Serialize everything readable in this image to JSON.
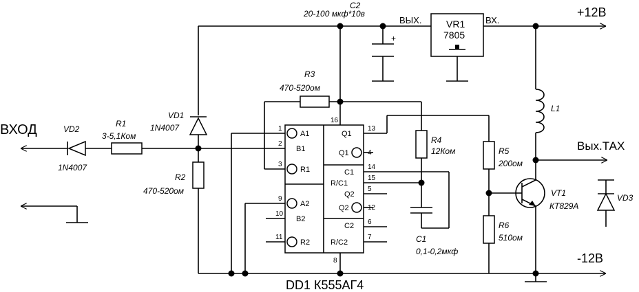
{
  "title": "DD1 К555АГ4",
  "rails": {
    "plus": "+12В",
    "minus": "-12В",
    "input": "ВХОД",
    "output": "Вых.ТАХ"
  },
  "regulator": {
    "name": "VR1",
    "type": "7805",
    "out": "ВЫХ.",
    "in": "ВХ."
  },
  "components": {
    "c2": {
      "ref": "C2",
      "value": "20-100 мкф*10в",
      "plus": "+"
    },
    "r1": {
      "ref": "R1",
      "value": "3-5,1Ком"
    },
    "r2": {
      "ref": "R2",
      "value": "470-520ом"
    },
    "r3": {
      "ref": "R3",
      "value": "470-520ом"
    },
    "r4": {
      "ref": "R4",
      "value": "12Ком"
    },
    "r5": {
      "ref": "R5",
      "value": "200ом"
    },
    "r6": {
      "ref": "R6",
      "value": "510ом"
    },
    "c1": {
      "ref": "C1",
      "value": "0,1-0,2мкф"
    },
    "vd1": {
      "ref": "VD1",
      "value": "1N4007"
    },
    "vd2": {
      "ref": "VD2",
      "value": "1N4007"
    },
    "vd3": {
      "ref": "VD3"
    },
    "vt1": {
      "ref": "VT1",
      "value": "КТ829А"
    },
    "l1": {
      "ref": "L1"
    }
  },
  "chip": {
    "left_pins": [
      {
        "num": "1",
        "label": "A1"
      },
      {
        "num": "2",
        "label": "B1"
      },
      {
        "num": "3",
        "label": "R1"
      },
      {
        "num": "9",
        "label": "A2"
      },
      {
        "num": "10",
        "label": "B2"
      },
      {
        "num": "11",
        "label": "R2"
      }
    ],
    "right_pins": [
      {
        "num": "13",
        "label": "Q1"
      },
      {
        "num": "4",
        "label": "Q1"
      },
      {
        "num": "14",
        "label": "C1"
      },
      {
        "num": "15",
        "label": "R/C1"
      },
      {
        "num": "5",
        "label": "Q2"
      },
      {
        "num": "12",
        "label": "Q2"
      },
      {
        "num": "6",
        "label": "C2"
      },
      {
        "num": "7",
        "label": "R/C2"
      }
    ],
    "vcc_pin": "16",
    "gnd_pin": "8"
  }
}
